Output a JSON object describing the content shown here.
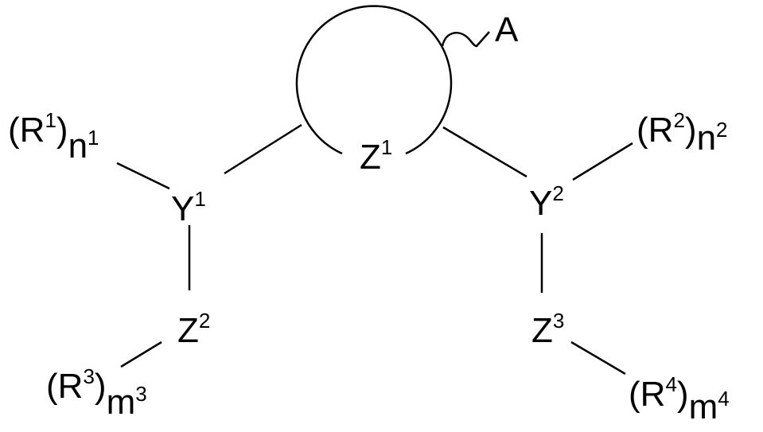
{
  "diagram": {
    "type": "chemical-structure",
    "ring": {
      "label": "Z",
      "sup": "1",
      "substituent": "A"
    },
    "left_branch": {
      "y": {
        "label": "Y",
        "sup": "1"
      },
      "r_top": {
        "open": "(R",
        "sup": "1",
        "close": ")",
        "sub": "n",
        "sub_sup": "1"
      },
      "z": {
        "label": "Z",
        "sup": "2"
      },
      "r_bottom": {
        "open": "(R",
        "sup": "3",
        "close": ")",
        "sub": "m",
        "sub_sup": "3"
      }
    },
    "right_branch": {
      "y": {
        "label": "Y",
        "sup": "2"
      },
      "r_top": {
        "open": "(R",
        "sup": "2",
        "close": ")",
        "sub": "n",
        "sub_sup": "2"
      },
      "z": {
        "label": "Z",
        "sup": "3"
      },
      "r_bottom": {
        "open": "(R",
        "sup": "4",
        "close": ")",
        "sub": "m",
        "sub_sup": "4"
      }
    }
  }
}
